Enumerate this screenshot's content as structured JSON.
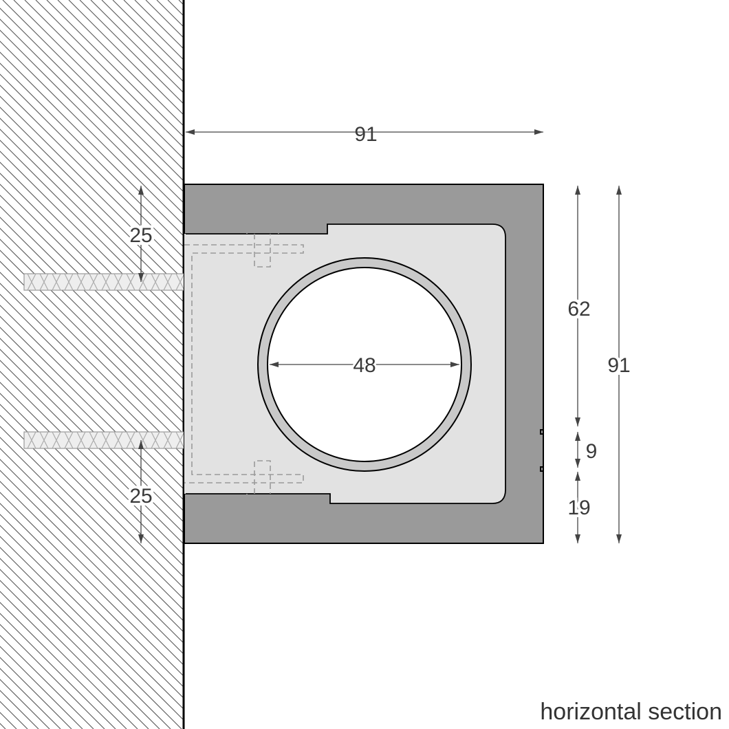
{
  "title": "horizontal section",
  "dimensions": {
    "overall_width": "91",
    "overall_height": "91",
    "inner_height": "62",
    "notch_height": "9",
    "bottom_offset": "19",
    "tube_diameter": "48",
    "anchor_top_offset": "25",
    "anchor_bottom_offset": "25"
  },
  "colors": {
    "profile": "#9a9a9a",
    "insert": "#e2e2e2",
    "tube_wall": "#c9c9c9",
    "wall_hatch": "#555555"
  }
}
